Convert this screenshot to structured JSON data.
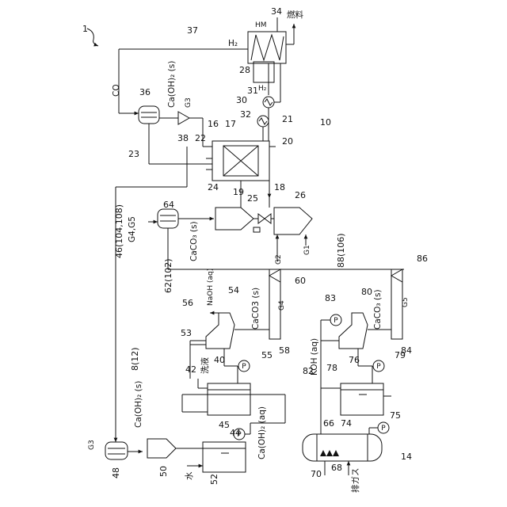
{
  "figure_number": "1",
  "system_label": "10",
  "group_labels": {
    "g14": "14",
    "g8_12": "8(12)",
    "g46": "46(104,108)",
    "g62": "62(102)",
    "g88": "88(106)"
  },
  "components": {
    "heat_exchanger": "34",
    "heat_exchanger_tag": "HM",
    "line_37": "37",
    "h2_top": "H₂",
    "fuel": "燃料",
    "unit_28": "28",
    "n30": "30",
    "n31": "31",
    "n32": "32",
    "n21": "21",
    "h2_mid": "H₂",
    "co": "CO",
    "silo_36": "36",
    "caoh2_top": "Ca(OH)₂ (s)",
    "g3_top": "G3",
    "n38": "38",
    "n23": "23",
    "n16": "16",
    "n17": "17",
    "n22": "22",
    "n20": "20",
    "n18": "18",
    "n19": "19",
    "n24": "24",
    "n25": "25",
    "n26": "26",
    "silo_64": "64",
    "g4g5": "G4,G5",
    "caco3_s_64": "CaCO₃ (s)",
    "g1": "G1",
    "g2": "G2",
    "n86": "86",
    "n60": "60",
    "naoh": "NaOH (aq)",
    "n56": "56",
    "n54": "54",
    "caco3_s_54": "CaCO3 (s)",
    "g4": "G4",
    "n53": "53",
    "n58": "58",
    "n42": "42",
    "rinse": "洗液",
    "n40": "40",
    "n55": "55",
    "n83": "83",
    "n80": "80",
    "caco3_s_80": "CaCO₃ (s)",
    "g5": "G5",
    "n84": "84",
    "koh": "KOH (aq)",
    "n82": "82",
    "n78": "78",
    "n76": "76",
    "n79": "79",
    "n66": "66",
    "n74": "74",
    "n75": "75",
    "n70": "70",
    "n68": "68",
    "exhaust": "排ガス",
    "g3_bottom": "G3",
    "n48": "48",
    "caoh2_bottom": "Ca(OH)₂ (s)",
    "n50": "50",
    "n45": "45",
    "n44": "44",
    "caoh2_aq": "Ca(OH)₂ (aq)",
    "water": "水",
    "n52": "52",
    "pump": "P"
  }
}
